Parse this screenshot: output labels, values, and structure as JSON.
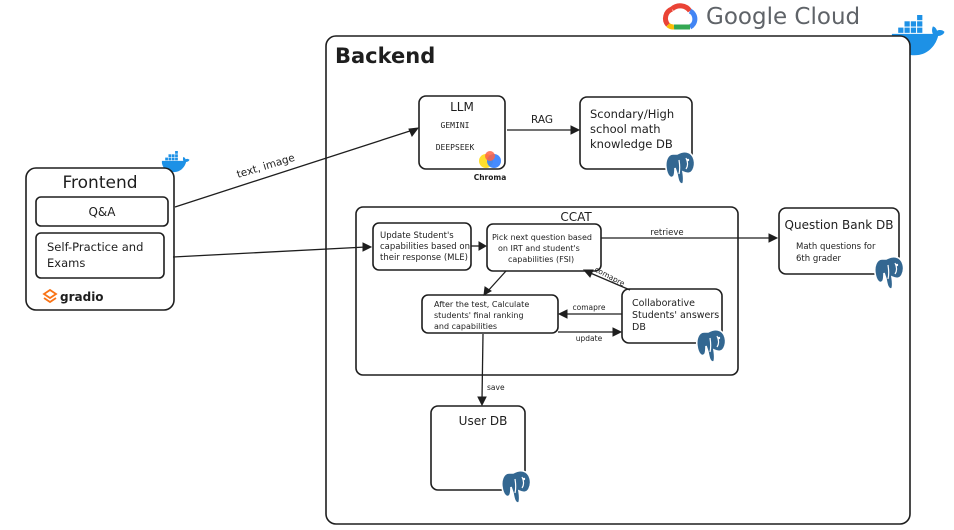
{
  "cloud": {
    "brand": "Google Cloud"
  },
  "frontend": {
    "title": "Frontend",
    "qa_label": "Q&A",
    "practice_line1": "Self-Practice and",
    "practice_line2": "Exams",
    "gradio_label": "gradio"
  },
  "backend": {
    "title": "Backend",
    "llm": {
      "title": "LLM",
      "model1": "GEMINI",
      "model2": "DEEPSEEK",
      "chroma_label": "Chroma"
    },
    "knowledge_db": {
      "line1": "Scondary/High",
      "line2": "school math",
      "line3": "knowledge DB"
    },
    "ccat": {
      "title": "CCAT",
      "update_box": [
        "Update Student's",
        "capabilities based on",
        "their response (MLE)"
      ],
      "pick_box": [
        "Pick next question based",
        "on IRT and student's",
        "capabilities  (FSI)"
      ],
      "after_box": [
        "After the test, Calculate",
        "students' final ranking",
        "and capabilities"
      ],
      "collab_box": [
        "Collaborative",
        "Students' answers",
        "DB"
      ]
    },
    "question_bank": {
      "title": "Question Bank DB",
      "line1": "Math questions for",
      "line2": "6th grader"
    },
    "user_db": {
      "title": "User DB"
    }
  },
  "edges": {
    "text_image": "text, image",
    "rag": "RAG",
    "retrieve": "retrieve",
    "comapre_diag": "comapre",
    "comapre": "comapre",
    "update": "update",
    "save": "save"
  },
  "colors": {
    "docker_blue": "#1d91e6",
    "postgres_blue": "#336791",
    "gradio_orange": "#f97316",
    "gcloud_blue": "#4285f4",
    "gcloud_red": "#ea4335",
    "gcloud_yellow": "#fbbc05",
    "gcloud_green": "#34a853"
  }
}
